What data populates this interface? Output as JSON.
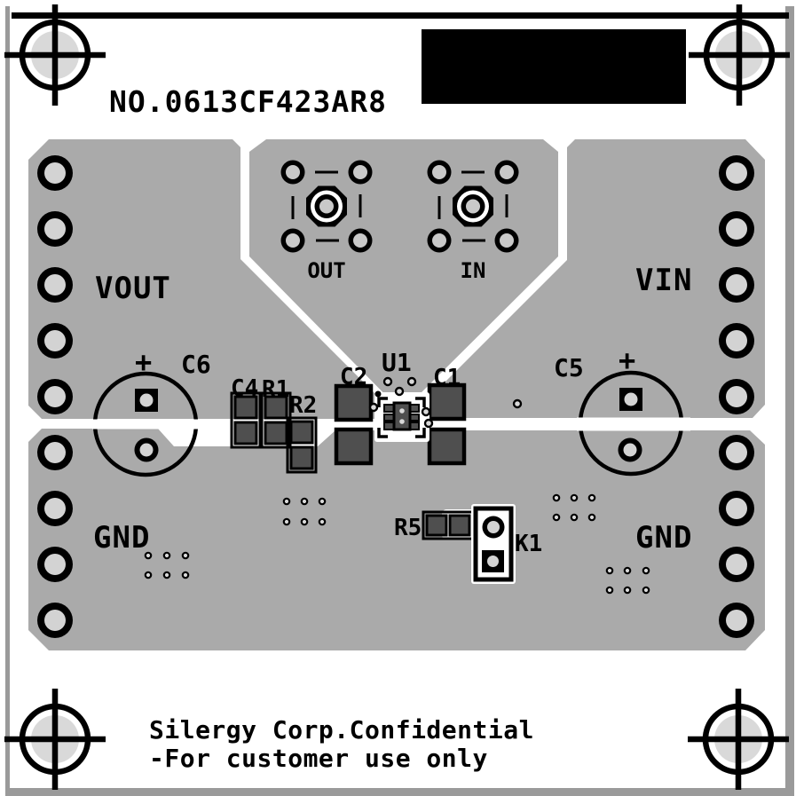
{
  "title": "NO.0613CF423AR8",
  "board": {
    "net_labels": {
      "vout": "VOUT",
      "vin": "VIN",
      "gnd_left": "GND",
      "gnd_right": "GND"
    },
    "connector_labels": {
      "out": "OUT",
      "in": "IN"
    },
    "refdes": {
      "c1": "C1",
      "c2": "C2",
      "c4": "C4",
      "c5": "C5",
      "c6": "C6",
      "r1": "R1",
      "r2": "R2",
      "r5": "R5",
      "u1": "U1",
      "k1": "K1"
    },
    "polarity_marks": {
      "c6": "+",
      "c5": "+"
    }
  },
  "footer": {
    "line1": "Silergy Corp.Confidential",
    "line2": "-For customer use only"
  },
  "colors": {
    "page_white": "#FFFFFF",
    "frame_gray": "#9A9A9A",
    "board_copper_gray": "#AAAAAA",
    "silkscreen_black": "#000000",
    "smd_pad_dark": "#4F4F4F",
    "pad_hole_light": "#D3D3D3",
    "fiducial_inner_gray": "#D9D9D9",
    "redaction_black": "#000000"
  }
}
